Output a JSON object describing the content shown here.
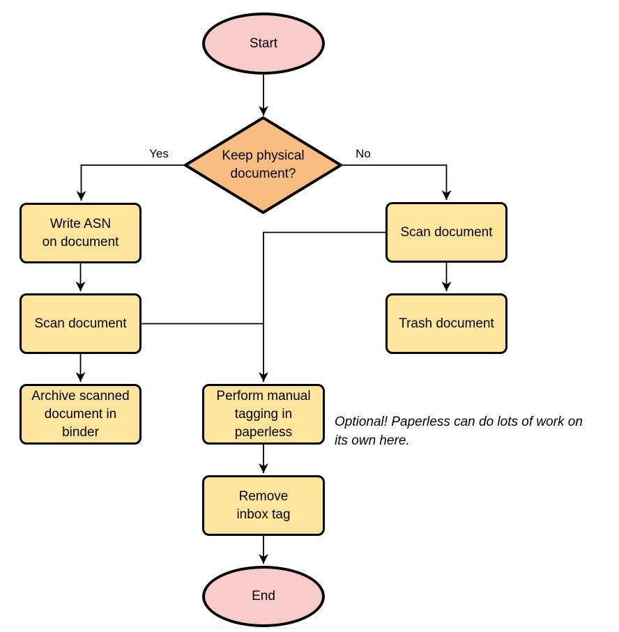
{
  "diagram": {
    "type": "flowchart",
    "colors": {
      "terminator_fill": "#F9CCCB",
      "decision_fill": "#F9BD82",
      "process_fill": "#FFE49C",
      "stroke": "#000000",
      "background": "#FFFFFF"
    },
    "nodes": {
      "start": {
        "type": "terminator",
        "label": "Start"
      },
      "decision": {
        "type": "decision",
        "label": "Keep physical\ndocument?"
      },
      "write_asn": {
        "type": "process",
        "label": "Write ASN\non document"
      },
      "scan_left": {
        "type": "process",
        "label": "Scan document"
      },
      "archive": {
        "type": "process",
        "label": "Archive scanned\ndocument in\nbinder"
      },
      "scan_right": {
        "type": "process",
        "label": "Scan document"
      },
      "trash": {
        "type": "process",
        "label": "Trash document"
      },
      "tagging": {
        "type": "process",
        "label": "Perform manual\ntagging in\npaperless"
      },
      "remove_inbox": {
        "type": "process",
        "label": "Remove\ninbox tag"
      },
      "end": {
        "type": "terminator",
        "label": "End"
      }
    },
    "edge_labels": {
      "yes": "Yes",
      "no": "No"
    },
    "edges": [
      "start -> decision",
      "decision -> write_asn (Yes)",
      "decision -> scan_right (No)",
      "write_asn -> scan_left",
      "scan_left -> archive",
      "scan_left -> tagging",
      "scan_right -> trash",
      "scan_right -> tagging",
      "tagging -> remove_inbox",
      "remove_inbox -> end"
    ],
    "annotation": {
      "text": "Optional! Paperless can do lots of work on\nits own here."
    }
  }
}
